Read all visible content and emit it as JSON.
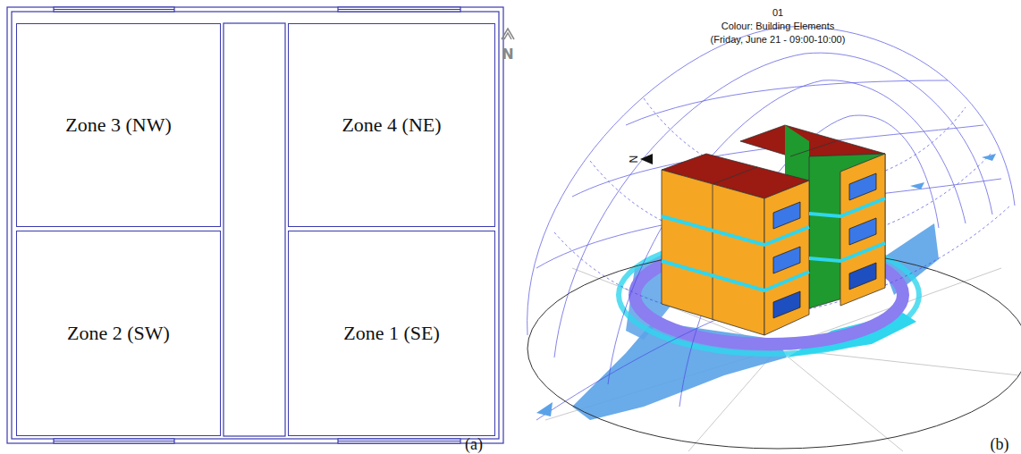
{
  "diagram": {
    "nodes": [
      {
        "text": [
          "Zone 3 (NW)"
        ]
      },
      {
        "text": [
          "Zone 4 (NE)"
        ]
      },
      {
        "text": [
          "Zone 2 (SW)"
        ]
      },
      {
        "text": [
          "Zone 1 (SE)"
        ]
      }
    ],
    "labels": [
      "N",
      "(a)",
      "01",
      "Colour: Building Elements",
      "(Friday, June 21 - 09:00-10:00)",
      "N",
      "(b)"
    ]
  }
}
